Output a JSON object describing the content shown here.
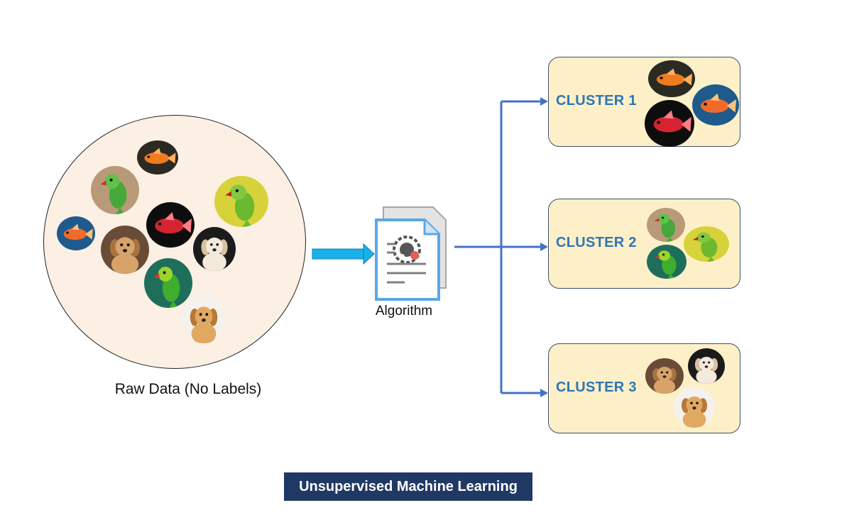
{
  "raw_data": {
    "label": "Raw Data (No Labels)",
    "items": [
      {
        "name": "goldfish-icon",
        "kind": "fish",
        "palette": "goldfish-dark"
      },
      {
        "name": "parrot-icon",
        "kind": "bird",
        "palette": "parrot-tan"
      },
      {
        "name": "parrot-icon",
        "kind": "bird",
        "palette": "parrot-yellow"
      },
      {
        "name": "goldfish-icon",
        "kind": "fish",
        "palette": "goldfish-blue"
      },
      {
        "name": "red-fish-icon",
        "kind": "fish",
        "palette": "redfish-black"
      },
      {
        "name": "puppy-icon",
        "kind": "dog",
        "palette": "puppy-brown"
      },
      {
        "name": "puppy-icon",
        "kind": "dog",
        "palette": "puppy-white"
      },
      {
        "name": "parrot-icon",
        "kind": "bird",
        "palette": "parrot-teal"
      },
      {
        "name": "puppy-icon",
        "kind": "dog",
        "palette": "puppy-light"
      }
    ]
  },
  "algorithm": {
    "label": "Algorithm",
    "icon": "algorithm-document-gear-icon"
  },
  "clusters": [
    {
      "label": "CLUSTER 1",
      "items": [
        {
          "name": "goldfish-icon",
          "kind": "fish",
          "palette": "goldfish-dark"
        },
        {
          "name": "goldfish-icon",
          "kind": "fish",
          "palette": "goldfish-blue"
        },
        {
          "name": "red-fish-icon",
          "kind": "fish",
          "palette": "redfish-black"
        }
      ]
    },
    {
      "label": "CLUSTER 2",
      "items": [
        {
          "name": "parrot-icon",
          "kind": "bird",
          "palette": "parrot-tan"
        },
        {
          "name": "parrot-icon",
          "kind": "bird",
          "palette": "parrot-yellow"
        },
        {
          "name": "parrot-icon",
          "kind": "bird",
          "palette": "parrot-teal"
        }
      ]
    },
    {
      "label": "CLUSTER 3",
      "items": [
        {
          "name": "puppy-icon",
          "kind": "dog",
          "palette": "puppy-brown"
        },
        {
          "name": "puppy-icon",
          "kind": "dog",
          "palette": "puppy-white"
        },
        {
          "name": "puppy-icon",
          "kind": "dog",
          "palette": "puppy-light"
        }
      ]
    }
  ],
  "title": "Unsupervised Machine Learning",
  "colors": {
    "raw_circle_fill": "#fcefe4",
    "cluster_fill": "#fdf0c8",
    "cluster_text": "#2e75b6",
    "arrow_blue": "#4472c4",
    "input_arrow": "#1ab0e8",
    "title_bar": "#203864"
  }
}
